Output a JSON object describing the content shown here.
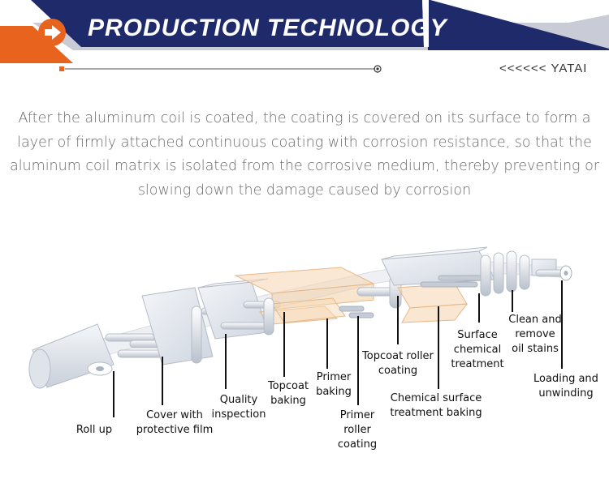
{
  "header": {
    "title": "PRODUCTION TECHNOLOGY",
    "brand": "<<<<<<  YATAI",
    "colors": {
      "navy": "#1f2a6b",
      "orange": "#e8641e",
      "grey_bar": "#c9ccd6"
    },
    "icon": "arrow-right-icon"
  },
  "intro": {
    "text": "After the aluminum coil is coated, the coating is covered on its surface to form a layer of firmly attached continuous coating with corrosion resistance, so that the aluminum coil matrix is isolated from the corrosive medium, thereby preventing or slowing down the damage caused by corrosion"
  },
  "diagram": {
    "labels": {
      "roll_up": "Roll up",
      "cover_film": "Cover with\nprotective film",
      "quality": "Quality\ninspection",
      "topcoat_baking": "Topcoat\nbaking",
      "primer_baking": "Primer\nbaking",
      "primer_roller": "Primer\nroller\ncoating",
      "topcoat_roller": "Topcoat roller\ncoating",
      "chem_baking": "Chemical surface\ntreatment baking",
      "surface_chem": "Surface\nchemical\ntreatment",
      "clean": "Clean and\nremove\noil stains",
      "loading": "Loading and\nunwinding"
    }
  }
}
